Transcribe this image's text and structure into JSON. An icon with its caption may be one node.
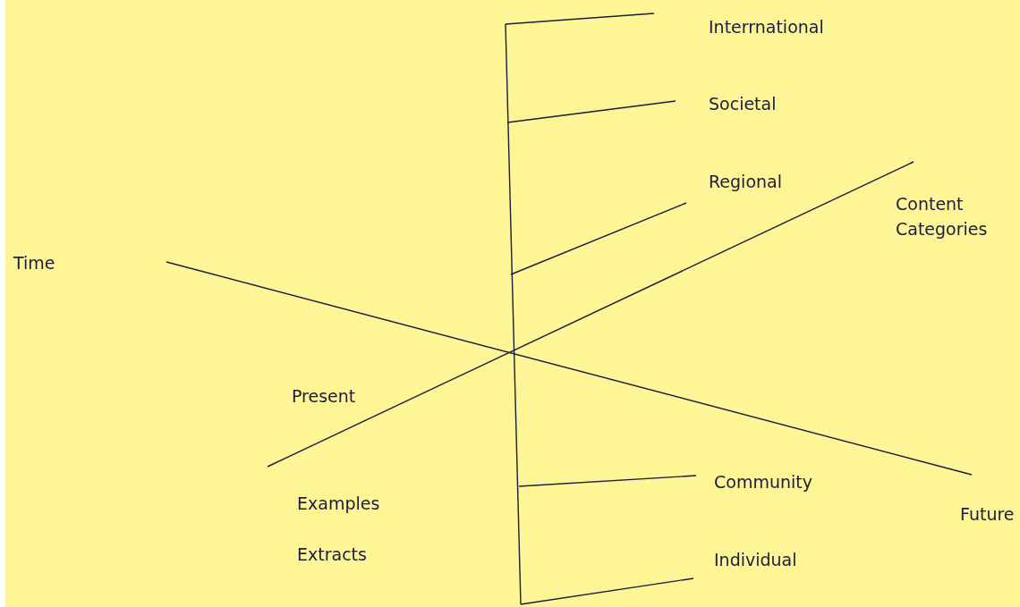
{
  "diagram": {
    "labels": [
      "Interrnational",
      "Societal",
      "Regional",
      "Content Categories",
      "Time",
      "Present",
      "Community",
      "Examples",
      "Future",
      "Extracts",
      "Individual"
    ]
  }
}
